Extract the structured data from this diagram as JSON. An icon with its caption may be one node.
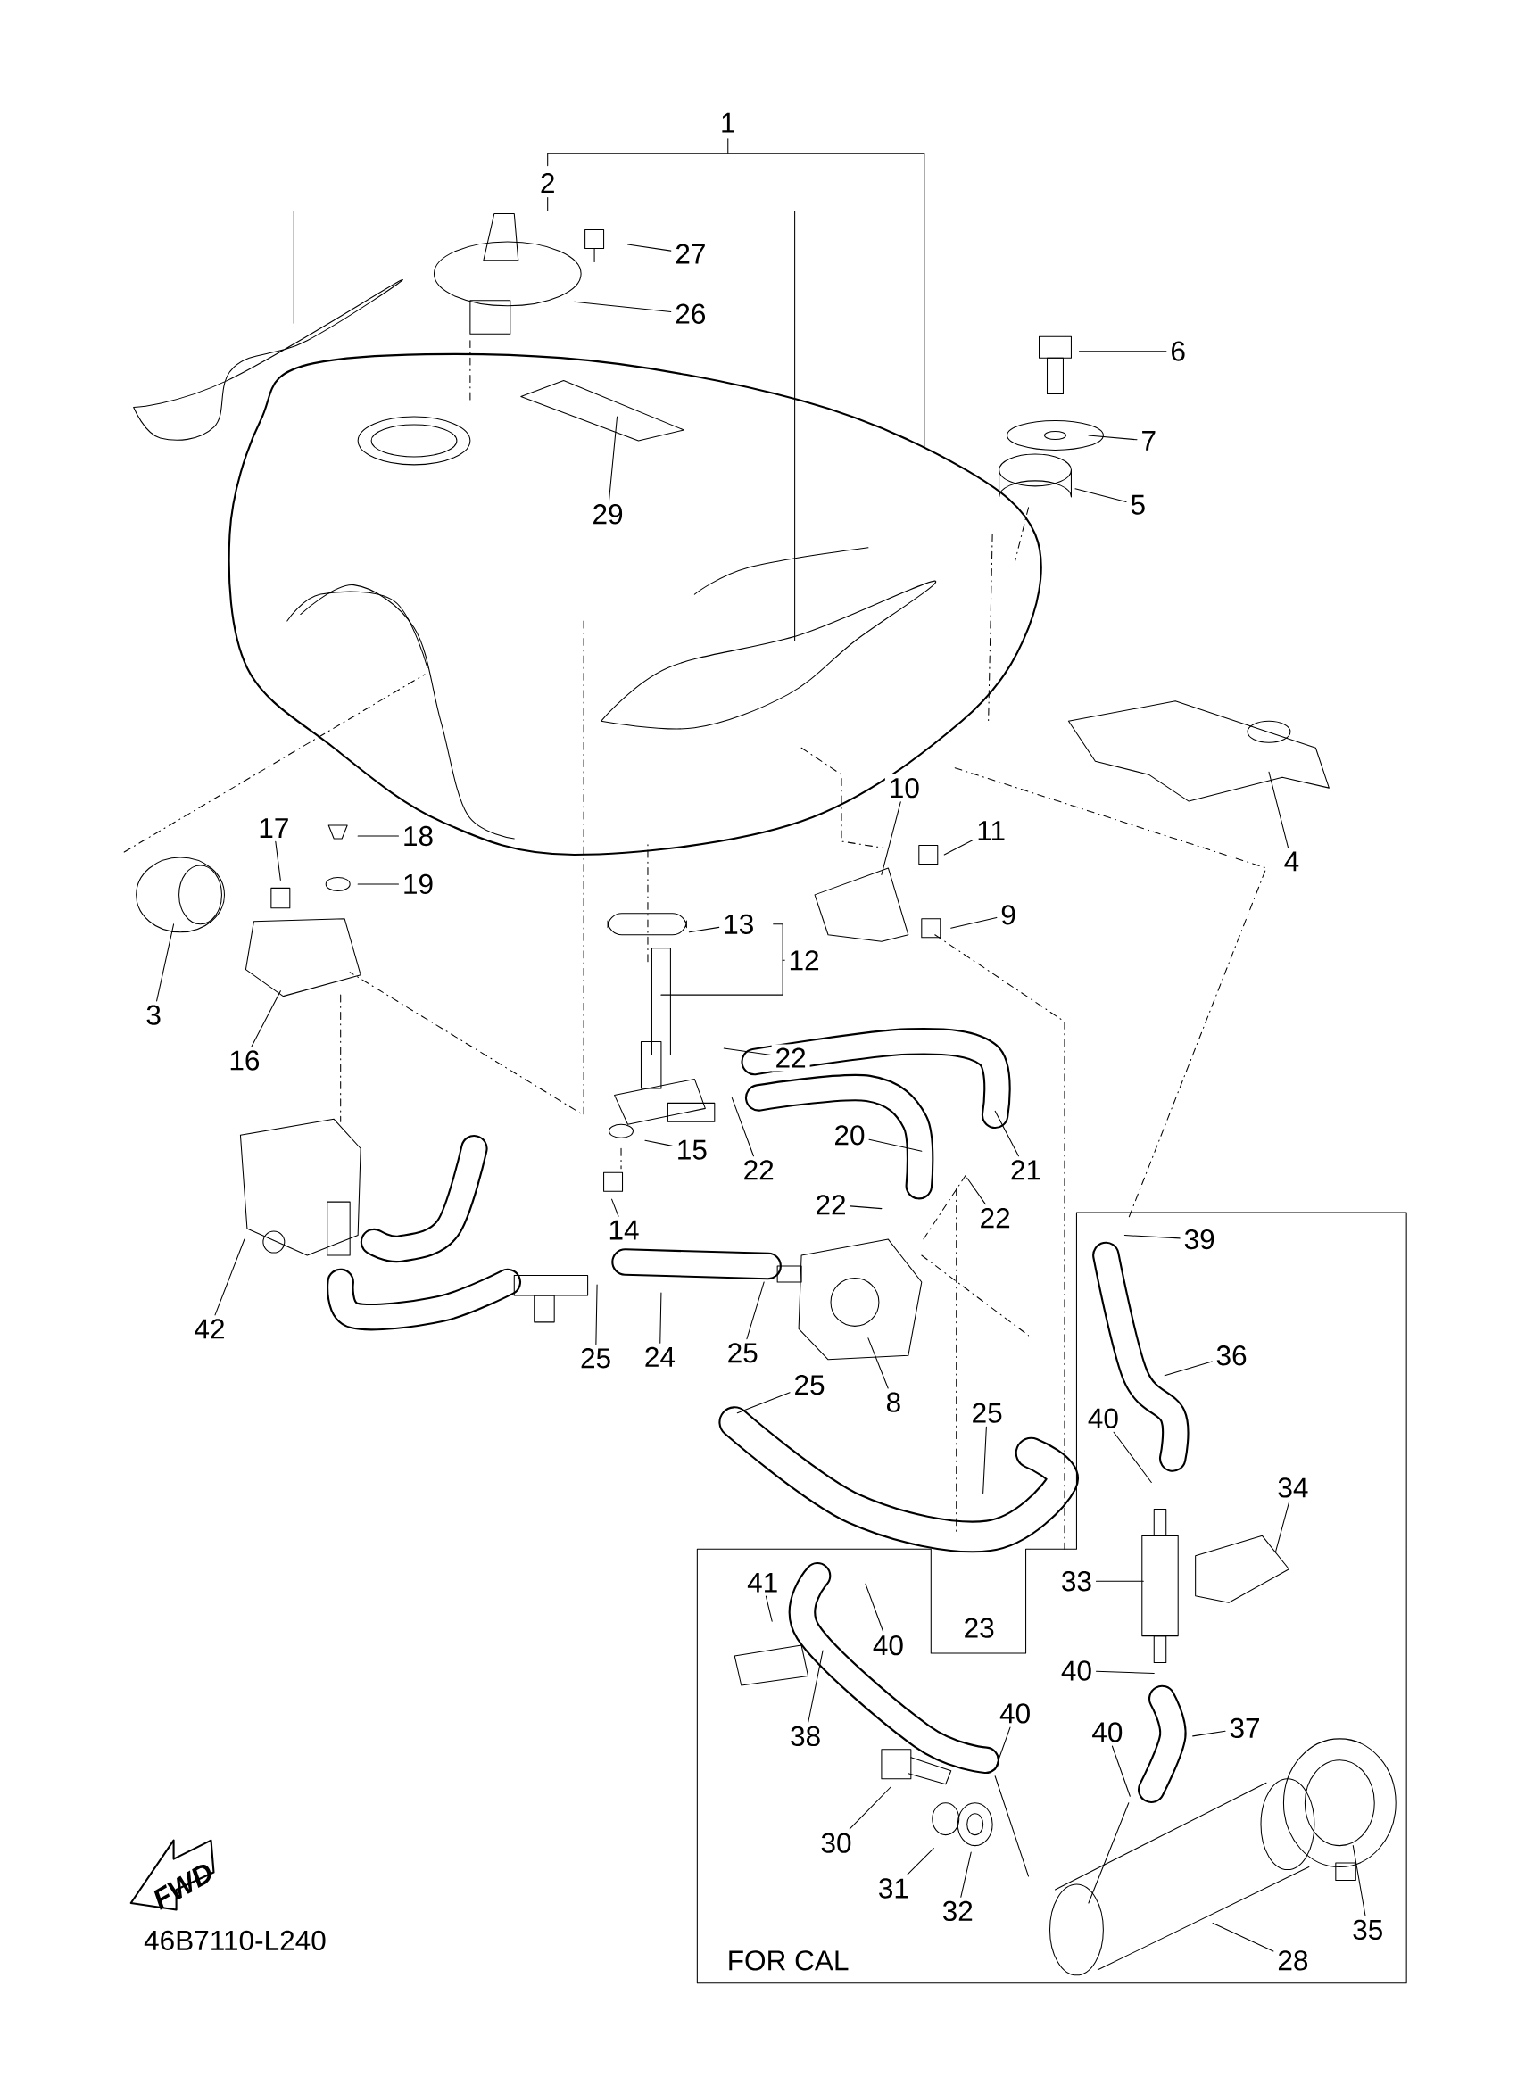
{
  "diagram": {
    "nodes": [
      {
        "text": [
          "1"
        ]
      },
      {
        "text": [
          "2"
        ]
      },
      {
        "text": [
          "27"
        ]
      },
      {
        "text": [
          "26"
        ]
      },
      {
        "text": [
          "6"
        ]
      },
      {
        "text": [
          "7"
        ]
      },
      {
        "text": [
          "5"
        ]
      },
      {
        "text": [
          "29"
        ]
      },
      {
        "text": [
          "4"
        ]
      },
      {
        "text": [
          "10"
        ]
      },
      {
        "text": [
          "11"
        ]
      },
      {
        "text": [
          "9"
        ]
      },
      {
        "text": [
          "17"
        ]
      },
      {
        "text": [
          "18"
        ]
      },
      {
        "text": [
          "19"
        ]
      },
      {
        "text": [
          "3"
        ]
      },
      {
        "text": [
          "16"
        ]
      },
      {
        "text": [
          "13"
        ]
      },
      {
        "text": [
          "12"
        ]
      },
      {
        "text": [
          "22"
        ]
      },
      {
        "text": [
          "22"
        ]
      },
      {
        "text": [
          "15"
        ]
      },
      {
        "text": [
          "14"
        ]
      },
      {
        "text": [
          "20"
        ]
      },
      {
        "text": [
          "21"
        ]
      },
      {
        "text": [
          "22"
        ]
      },
      {
        "text": [
          "22"
        ]
      },
      {
        "text": [
          "39"
        ]
      },
      {
        "text": [
          "36"
        ]
      },
      {
        "text": [
          "42"
        ]
      },
      {
        "text": [
          "25"
        ]
      },
      {
        "text": [
          "24"
        ]
      },
      {
        "text": [
          "25"
        ]
      },
      {
        "text": [
          "8"
        ]
      },
      {
        "text": [
          "25"
        ]
      },
      {
        "text": [
          "25"
        ]
      },
      {
        "text": [
          "40"
        ]
      },
      {
        "text": [
          "34"
        ]
      },
      {
        "text": [
          "33"
        ]
      },
      {
        "text": [
          "23"
        ]
      },
      {
        "text": [
          "41"
        ]
      },
      {
        "text": [
          "40"
        ]
      },
      {
        "text": [
          "38"
        ]
      },
      {
        "text": [
          "40"
        ]
      },
      {
        "text": [
          "40"
        ]
      },
      {
        "text": [
          "37"
        ]
      },
      {
        "text": [
          "40"
        ]
      },
      {
        "text": [
          "30"
        ]
      },
      {
        "text": [
          "31"
        ]
      },
      {
        "text": [
          "32"
        ]
      },
      {
        "text": [
          "35"
        ]
      },
      {
        "text": [
          "28"
        ]
      }
    ],
    "edges": [
      {
        "from": 2,
        "to": null,
        "arrow": "none"
      },
      {
        "from": 3,
        "to": null,
        "arrow": "none"
      },
      {
        "from": 4,
        "to": null,
        "arrow": "none"
      },
      {
        "from": 5,
        "to": null,
        "arrow": "none"
      },
      {
        "from": 6,
        "to": null,
        "arrow": "none"
      },
      {
        "from": 7,
        "to": null,
        "arrow": "none"
      },
      {
        "from": 8,
        "to": null,
        "arrow": "none"
      },
      {
        "from": 9,
        "to": null,
        "arrow": "none"
      },
      {
        "from": 10,
        "to": null,
        "arrow": "none"
      },
      {
        "from": 11,
        "to": null,
        "arrow": "none"
      },
      {
        "from": 12,
        "to": null,
        "arrow": "none"
      },
      {
        "from": 13,
        "to": null,
        "arrow": "none"
      },
      {
        "from": 14,
        "to": null,
        "arrow": "none"
      },
      {
        "from": 15,
        "to": null,
        "arrow": "none"
      },
      {
        "from": 16,
        "to": null,
        "arrow": "none"
      },
      {
        "from": 17,
        "to": null,
        "arrow": "none"
      },
      {
        "from": 19,
        "to": null,
        "arrow": "none"
      },
      {
        "from": 20,
        "to": null,
        "arrow": "none"
      },
      {
        "from": 21,
        "to": null,
        "arrow": "none"
      },
      {
        "from": 22,
        "to": null,
        "arrow": "none"
      },
      {
        "from": 23,
        "to": null,
        "arrow": "none"
      },
      {
        "from": 24,
        "to": null,
        "arrow": "none"
      },
      {
        "from": 25,
        "to": null,
        "arrow": "none"
      },
      {
        "from": 26,
        "to": null,
        "arrow": "none"
      },
      {
        "from": 27,
        "to": null,
        "arrow": "none"
      },
      {
        "from": 28,
        "to": null,
        "arrow": "none"
      },
      {
        "from": 29,
        "to": null,
        "arrow": "none"
      },
      {
        "from": 30,
        "to": null,
        "arrow": "none"
      },
      {
        "from": 31,
        "to": null,
        "arrow": "none"
      },
      {
        "from": 32,
        "to": null,
        "arrow": "none"
      },
      {
        "from": 33,
        "to": null,
        "arrow": "none"
      },
      {
        "from": 34,
        "to": null,
        "arrow": "none"
      },
      {
        "from": 35,
        "to": null,
        "arrow": "none"
      },
      {
        "from": 36,
        "to": null,
        "arrow": "none"
      },
      {
        "from": 37,
        "to": null,
        "arrow": "none"
      },
      {
        "from": 38,
        "to": null,
        "arrow": "none"
      },
      {
        "from": 40,
        "to": null,
        "arrow": "none"
      },
      {
        "from": 41,
        "to": null,
        "arrow": "none"
      },
      {
        "from": 42,
        "to": null,
        "arrow": "none"
      },
      {
        "from": 43,
        "to": null,
        "arrow": "none"
      },
      {
        "from": 44,
        "to": null,
        "arrow": "none"
      },
      {
        "from": 45,
        "to": null,
        "arrow": "none"
      },
      {
        "from": 46,
        "to": null,
        "arrow": "none"
      },
      {
        "from": 47,
        "to": null,
        "arrow": "none"
      },
      {
        "from": 48,
        "to": null,
        "arrow": "none"
      },
      {
        "from": 49,
        "to": null,
        "arrow": "none"
      },
      {
        "from": 50,
        "to": null,
        "arrow": "none"
      },
      {
        "from": 51,
        "to": null,
        "arrow": "none"
      }
    ],
    "labels": [
      "FWD",
      "46B7110-L240",
      "FOR CAL"
    ]
  }
}
